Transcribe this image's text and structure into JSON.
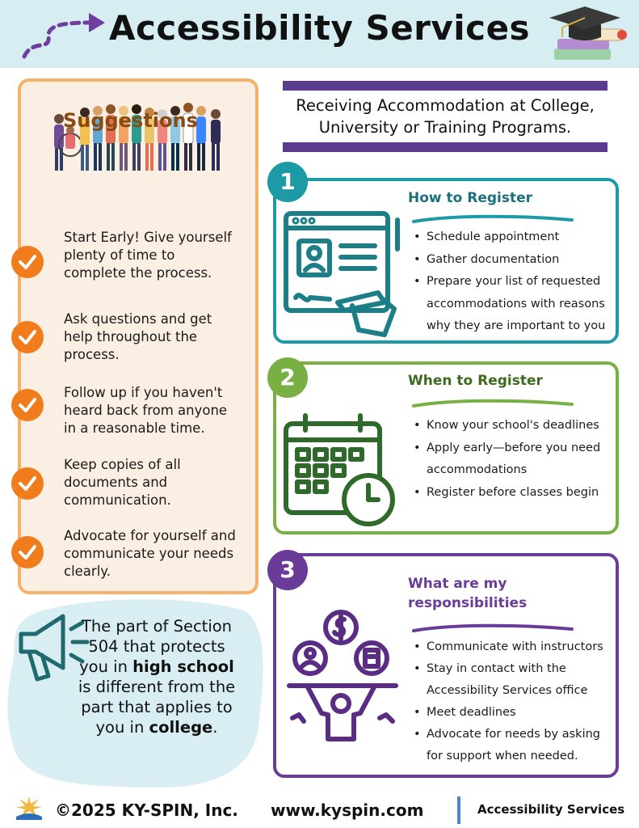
{
  "header": {
    "title": "Accessibility Services"
  },
  "suggestions": {
    "title": "Suggestions",
    "items": [
      "Start Early!  Give yourself plenty of time to complete the process.",
      "Ask questions and get help throughout the process.",
      "Follow up if you haven't heard back from anyone in a reasonable time.",
      "Keep copies of all documents and communication.",
      "Advocate for yourself and communicate your needs clearly."
    ]
  },
  "note504": {
    "line1": "The part of Section 504 that protects you in",
    "bold1": "high school",
    "line2": "is different from the part that applies to you in",
    "bold2": "college",
    "end": "."
  },
  "banner": {
    "line1": "Receiving Accommodation at College,",
    "line2": "University or Training Programs."
  },
  "steps": [
    {
      "number": "1",
      "title": "How to Register",
      "color": "#1c9aa6",
      "bullets": [
        "Schedule appointment",
        "Gather documentation",
        "Prepare your list of requested accommodations with reasons why they are important to you"
      ]
    },
    {
      "number": "2",
      "title": "When to  Register",
      "color": "#79b043",
      "bullets": [
        "Know your school's deadlines",
        "Apply early—before you need accommodations",
        "Register before classes begin"
      ]
    },
    {
      "number": "3",
      "title": "What are my responsibilities",
      "color": "#6a3c98",
      "bullets": [
        "Communicate with instructors",
        "Stay in contact with the Accessibility Services office",
        "Meet deadlines",
        "Advocate for needs by asking for support when needed."
      ]
    }
  ],
  "footer": {
    "copyright": "©2025 KY-SPIN, Inc.",
    "url": "www.kyspin.com",
    "label": "Accessibility Services"
  },
  "icons": {
    "header_left": "dashed-arrow-icon",
    "header_right": "graduation-cap-icon",
    "people": "diverse-people-illustration",
    "check": "checkmark-circle-icon",
    "megaphone": "megaphone-icon",
    "step1": "registration-form-icon",
    "step2": "calendar-clock-icon",
    "step3": "person-responsibilities-icon",
    "logo": "ky-spin-logo"
  },
  "colors": {
    "header_bg": "#d6eef2",
    "suggestions_border": "#f5b26b",
    "suggestions_bg": "#fbeee2",
    "check": "#f07c1c",
    "banner_bar": "#5b3c8c",
    "blob": "#d9eef3"
  }
}
